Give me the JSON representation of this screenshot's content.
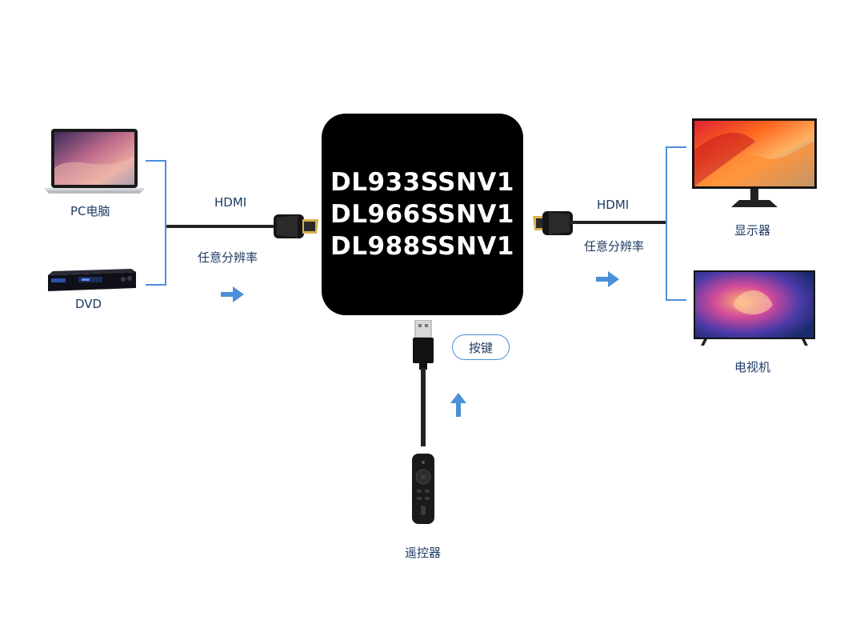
{
  "inputs": {
    "pc_label": "PC电脑",
    "dvd_label": "DVD"
  },
  "left_link": {
    "interface": "HDMI",
    "resolution": "任意分辨率"
  },
  "device": {
    "models": [
      "DL933SSNV1",
      "DL966SSNV1",
      "DL988SSNV1"
    ]
  },
  "right_link": {
    "interface": "HDMI",
    "resolution": "任意分辨率"
  },
  "outputs": {
    "monitor_label": "显示器",
    "tv_label": "电视机"
  },
  "control": {
    "button_label": "按键",
    "remote_label": "遥控器"
  },
  "colors": {
    "accent": "#4a90d9",
    "text": "#1f3b63",
    "device": "#000000"
  }
}
